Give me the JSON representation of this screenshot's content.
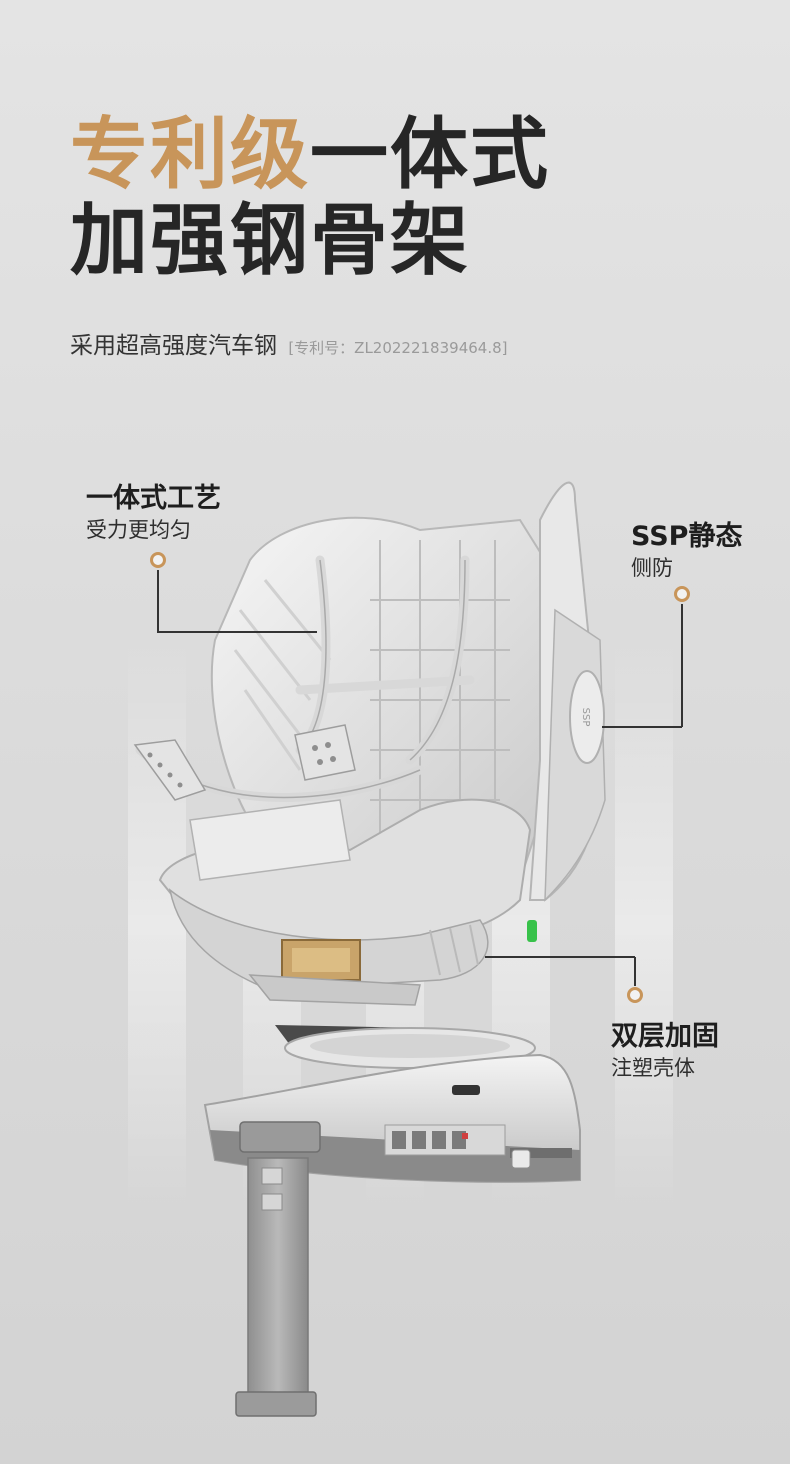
{
  "headline": {
    "line1_accent": "专利级",
    "line1_rest": "一体式",
    "line2": "加强钢骨架"
  },
  "subline": {
    "text": "采用超高强度汽车钢",
    "patent": "[专利号：ZL202221839464.8]"
  },
  "callouts": {
    "integrated": {
      "title": "一体式工艺",
      "desc": "受力更均匀"
    },
    "ssp": {
      "title": "SSP静态",
      "desc": "侧防"
    },
    "shell": {
      "title": "双层加固",
      "desc": "注塑壳体"
    }
  },
  "product": {
    "side_badge": "SSP"
  },
  "colors": {
    "accent": "#c8955a",
    "text_dark": "#262626",
    "background": "#dcdcdc"
  }
}
